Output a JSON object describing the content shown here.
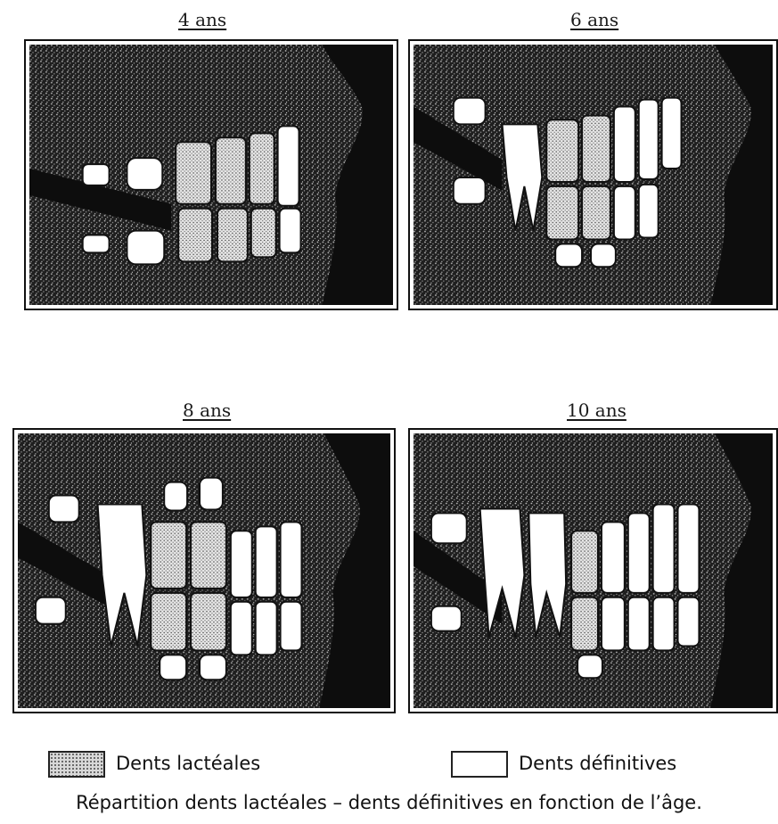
{
  "panels": {
    "top_left": {
      "age_label": "4 ans"
    },
    "top_right": {
      "age_label": "6 ans"
    },
    "bottom_left": {
      "age_label": "8 ans"
    },
    "bottom_right": {
      "age_label": "10 ans"
    }
  },
  "legend": {
    "lacteal_label": "Dents lactéales",
    "definitive_label": "Dents définitives"
  },
  "caption": "Répartition dents lactéales – dents définitives en fonction de l’âge.",
  "colors": {
    "jaw_fill": "#0d0d0d",
    "background_texture": "#5a5a5a",
    "definitive_tooth": "#ffffff",
    "lacteal_tooth": "#cfcfcf"
  }
}
